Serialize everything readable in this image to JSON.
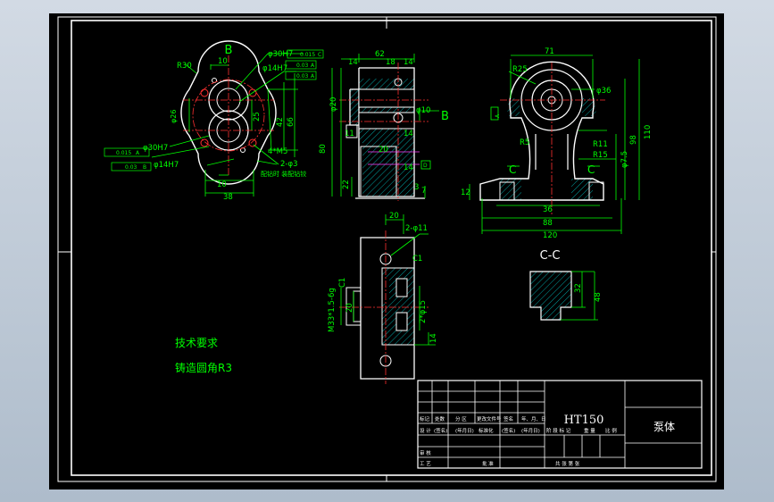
{
  "colors": {
    "outline": "#ffffff",
    "dim": "#00ff00",
    "center": "#ff3030",
    "hatch": "#00c8c8",
    "magenta": "#ff40ff",
    "paper": "#000000"
  },
  "view_labels": {
    "b": "B",
    "b_arrow": "B",
    "c_left": "C",
    "c_right": "C",
    "cc": "C-C"
  },
  "left_view": {
    "r30": "R30",
    "d30": "φ30H7",
    "d14": "φ14H7",
    "d26": "φ26",
    "n10": "10",
    "n25": "25",
    "n42": "42",
    "n66": "66",
    "m5": "4*M5",
    "hole_d3": "2-φ3",
    "hole_note": "配钻时 装配钻铰",
    "n10b": "10",
    "n38": "38",
    "d30b": "φ30H7",
    "d14b": "φ14H7",
    "tol1": "0.015",
    "tol1_ref": "C",
    "tol2": "0.03",
    "tol2_ref": "A",
    "tol3": "0.03",
    "tol3_ref": "A",
    "tol4": "0.015",
    "tol4_ref": "A",
    "tol5": "0.03",
    "tol5_ref": "B"
  },
  "middle_view": {
    "n62": "62",
    "n14a": "14",
    "n18": "18",
    "n14b": "14",
    "d20": "φ20",
    "d10": "φ10",
    "n11": "11",
    "n80": "80",
    "n20": "20",
    "n14c": "14",
    "n22": "22",
    "n3": "3",
    "n7": "7",
    "n14d": "14",
    "tol_ref": "D"
  },
  "right_view": {
    "n71": "71",
    "r25": "R25",
    "d36": "φ36",
    "n98": "98",
    "n110": "110",
    "r11": "R11",
    "r15": "R15",
    "d75": "φ7.5",
    "r5": "R5",
    "n12": "12",
    "n36": "36",
    "n88": "88",
    "n120": "120",
    "tol_ref": "A"
  },
  "bottom_view": {
    "n20": "20",
    "d11": "2-φ11",
    "m33": "M33*1.5-6g",
    "n20b": "20",
    "d15": "2*φ15",
    "n14": "14",
    "c1a": "C1",
    "c1b": "C1"
  },
  "section_cc": {
    "n32": "32",
    "n48": "48"
  },
  "notes": {
    "title": "技术要求",
    "body": "铸造圆角R3"
  },
  "title_block": {
    "material": "HT150",
    "part_name": "泵体",
    "c1": "标记",
    "c2": "处数",
    "c3": "分 区",
    "c4": "更改文件号",
    "c5": "签名",
    "c6": "年、月、日",
    "r1": "设 计",
    "r1b": "(签名)",
    "r1c": "(年月日)",
    "r1d": "标准化",
    "r1e": "(签名)",
    "r1f": "(年月日)",
    "r1g": "阶 段 标 记",
    "r1h": "重 量",
    "r1i": "比 例",
    "r2": "审 核",
    "r3": "工 艺",
    "r3b": "批 准",
    "r3c": "共  张  第  张"
  }
}
